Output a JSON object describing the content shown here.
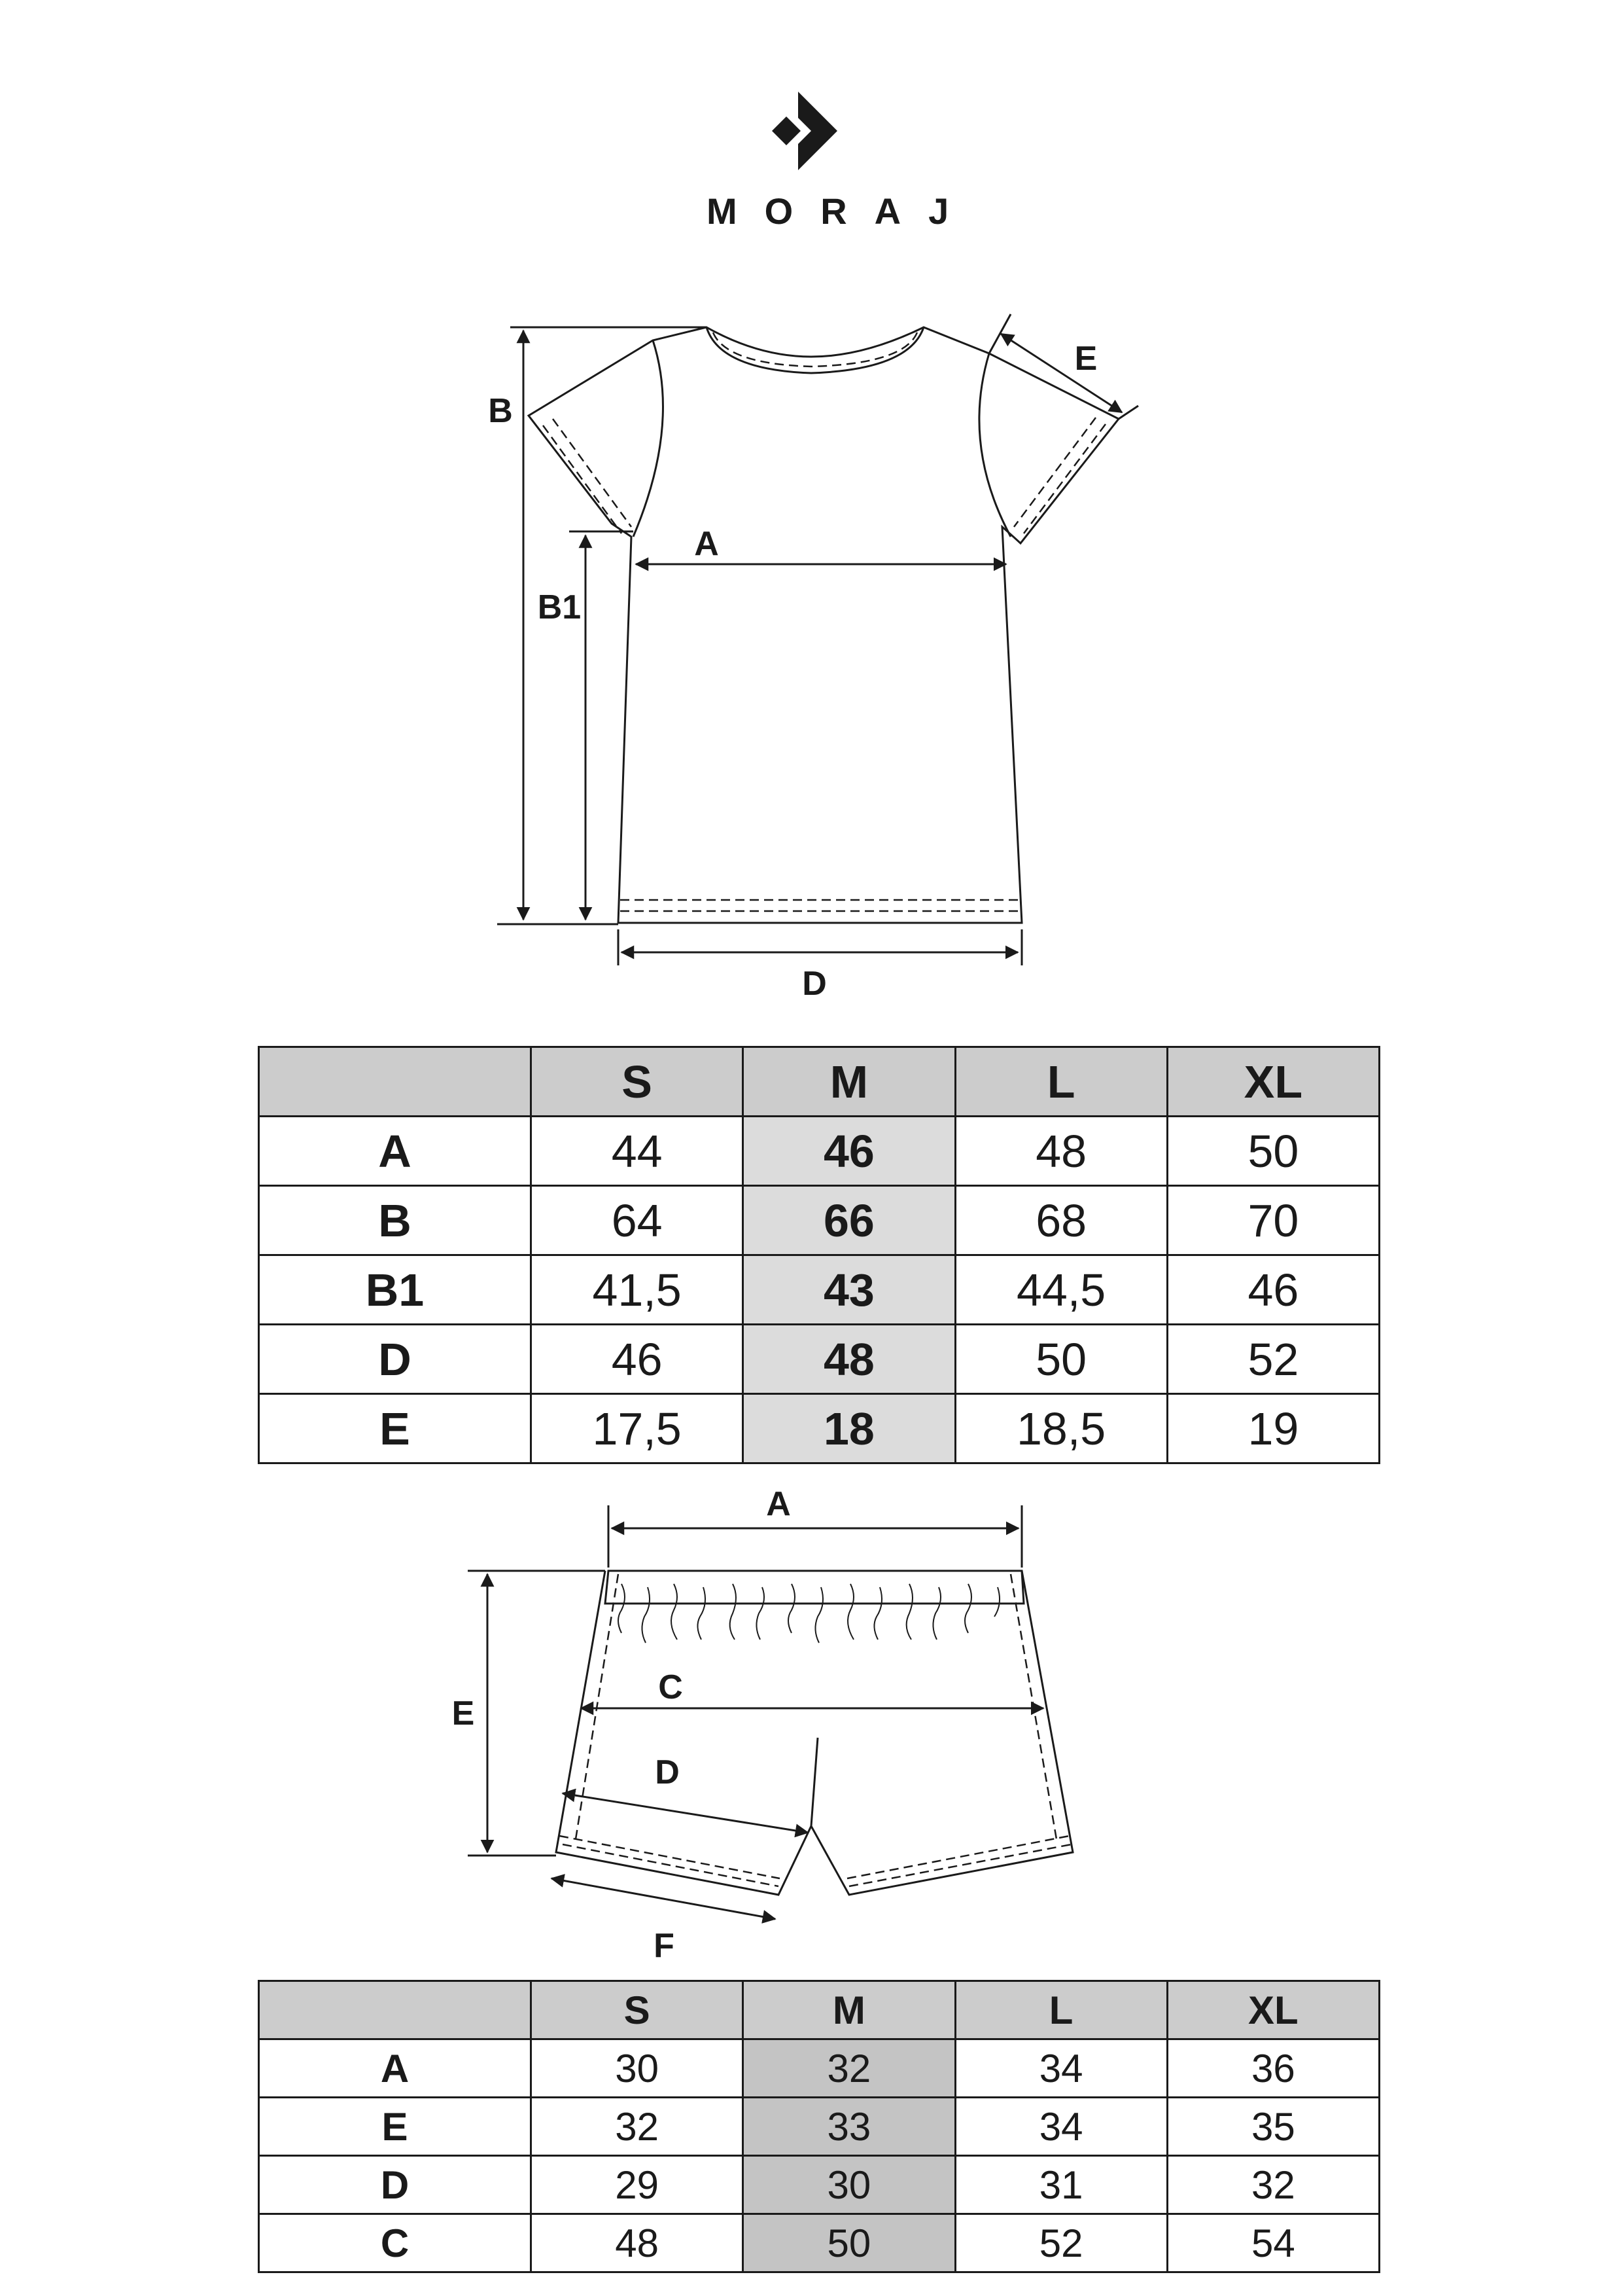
{
  "brand": {
    "name": "MORAJ",
    "logo_icon": "chevron-diamond-logo-icon"
  },
  "tshirt": {
    "labels": {
      "A": "A",
      "B": "B",
      "B1": "B1",
      "D": "D",
      "E": "E"
    },
    "table": {
      "headers": [
        "",
        "S",
        "M",
        "L",
        "XL"
      ],
      "highlight_col": 2,
      "rows": [
        [
          "A",
          "44",
          "46",
          "48",
          "50"
        ],
        [
          "B",
          "64",
          "66",
          "68",
          "70"
        ],
        [
          "B1",
          "41,5",
          "43",
          "44,5",
          "46"
        ],
        [
          "D",
          "46",
          "48",
          "50",
          "52"
        ],
        [
          "E",
          "17,5",
          "18",
          "18,5",
          "19"
        ]
      ]
    }
  },
  "shorts": {
    "labels": {
      "A": "A",
      "C": "C",
      "D": "D",
      "E": "E",
      "F": "F"
    },
    "table": {
      "headers": [
        "",
        "S",
        "M",
        "L",
        "XL"
      ],
      "highlight_col": 2,
      "rows": [
        [
          "A",
          "30",
          "32",
          "34",
          "36"
        ],
        [
          "E",
          "32",
          "33",
          "34",
          "35"
        ],
        [
          "D",
          "29",
          "30",
          "31",
          "32"
        ],
        [
          "C",
          "48",
          "50",
          "52",
          "54"
        ]
      ]
    }
  },
  "colors": {
    "ink": "#1a1a1a",
    "header_bg": "#cccccc",
    "highlight_bg": "#dcdcdc"
  }
}
